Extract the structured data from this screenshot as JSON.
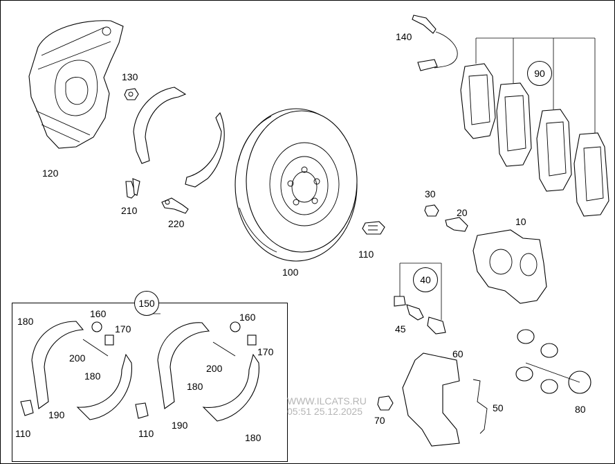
{
  "labels": {
    "p10": "10",
    "p20": "20",
    "p30": "30",
    "p40": "40",
    "p45": "45",
    "p50": "50",
    "p60": "60",
    "p70": "70",
    "p80": "80",
    "p90": "90",
    "p100": "100",
    "p110a": "110",
    "p110b": "110",
    "p110c": "110",
    "p120": "120",
    "p130": "130",
    "p140": "140",
    "p150": "150",
    "p160a": "160",
    "p160b": "160",
    "p170a": "170",
    "p170b": "170",
    "p180a": "180",
    "p180b": "180",
    "p180c": "180",
    "p180d": "180",
    "p190a": "190",
    "p190b": "190",
    "p200a": "200",
    "p200b": "200",
    "p210": "210",
    "p220": "220"
  },
  "watermark": {
    "line1": "WWW.ILCATS.RU",
    "line2": "05:51 25.12.2025"
  }
}
